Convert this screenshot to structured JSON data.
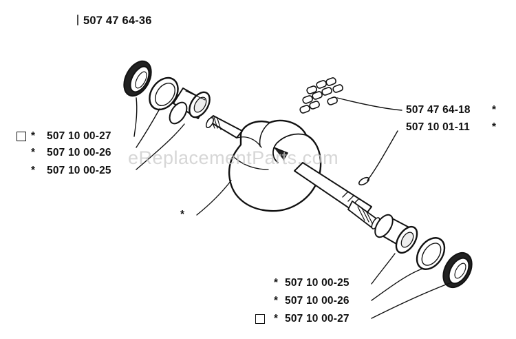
{
  "diagram": {
    "title": "507 47 64-36",
    "watermark": "eReplacementParts.com",
    "callouts": {
      "seal_left": "507 10 00-27",
      "ring_left": "507 10 00-26",
      "bearing_left": "507 10 00-25",
      "needle_bearing": "507 47 64-18",
      "circlip": "507 10 01-11",
      "bearing_right": "507 10 00-25",
      "ring_right": "507 10 00-26",
      "seal_right": "507 10 00-27"
    },
    "markers": {
      "asterisk": "*"
    }
  }
}
